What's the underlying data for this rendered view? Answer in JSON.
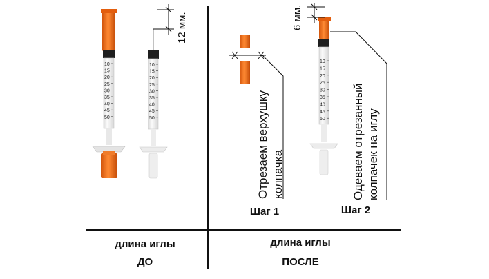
{
  "labels": {
    "needle_before": "12 мм.",
    "needle_after": "6 мм.",
    "step1_text": [
      "Отрезаем верхушку",
      "колпачка"
    ],
    "step2_text": [
      "Одеваем отрезанный",
      "колпачек на иглу"
    ],
    "step1": "Шаг 1",
    "step2": "Шаг 2",
    "bottom_left_line1": "длина иглы",
    "bottom_left_line2": "ДО",
    "bottom_right_line1": "длина иглы",
    "bottom_right_line2": "ПОСЛЕ"
  },
  "scale_marks": [
    "10",
    "15",
    "20",
    "25",
    "30",
    "35",
    "40",
    "45",
    "50"
  ],
  "colors": {
    "cap_orange": "#f26a14",
    "cap_dark": "#b8460a",
    "barrel": "#f3f3f3",
    "plunger": "#1e1e1e",
    "line": "#111111"
  }
}
